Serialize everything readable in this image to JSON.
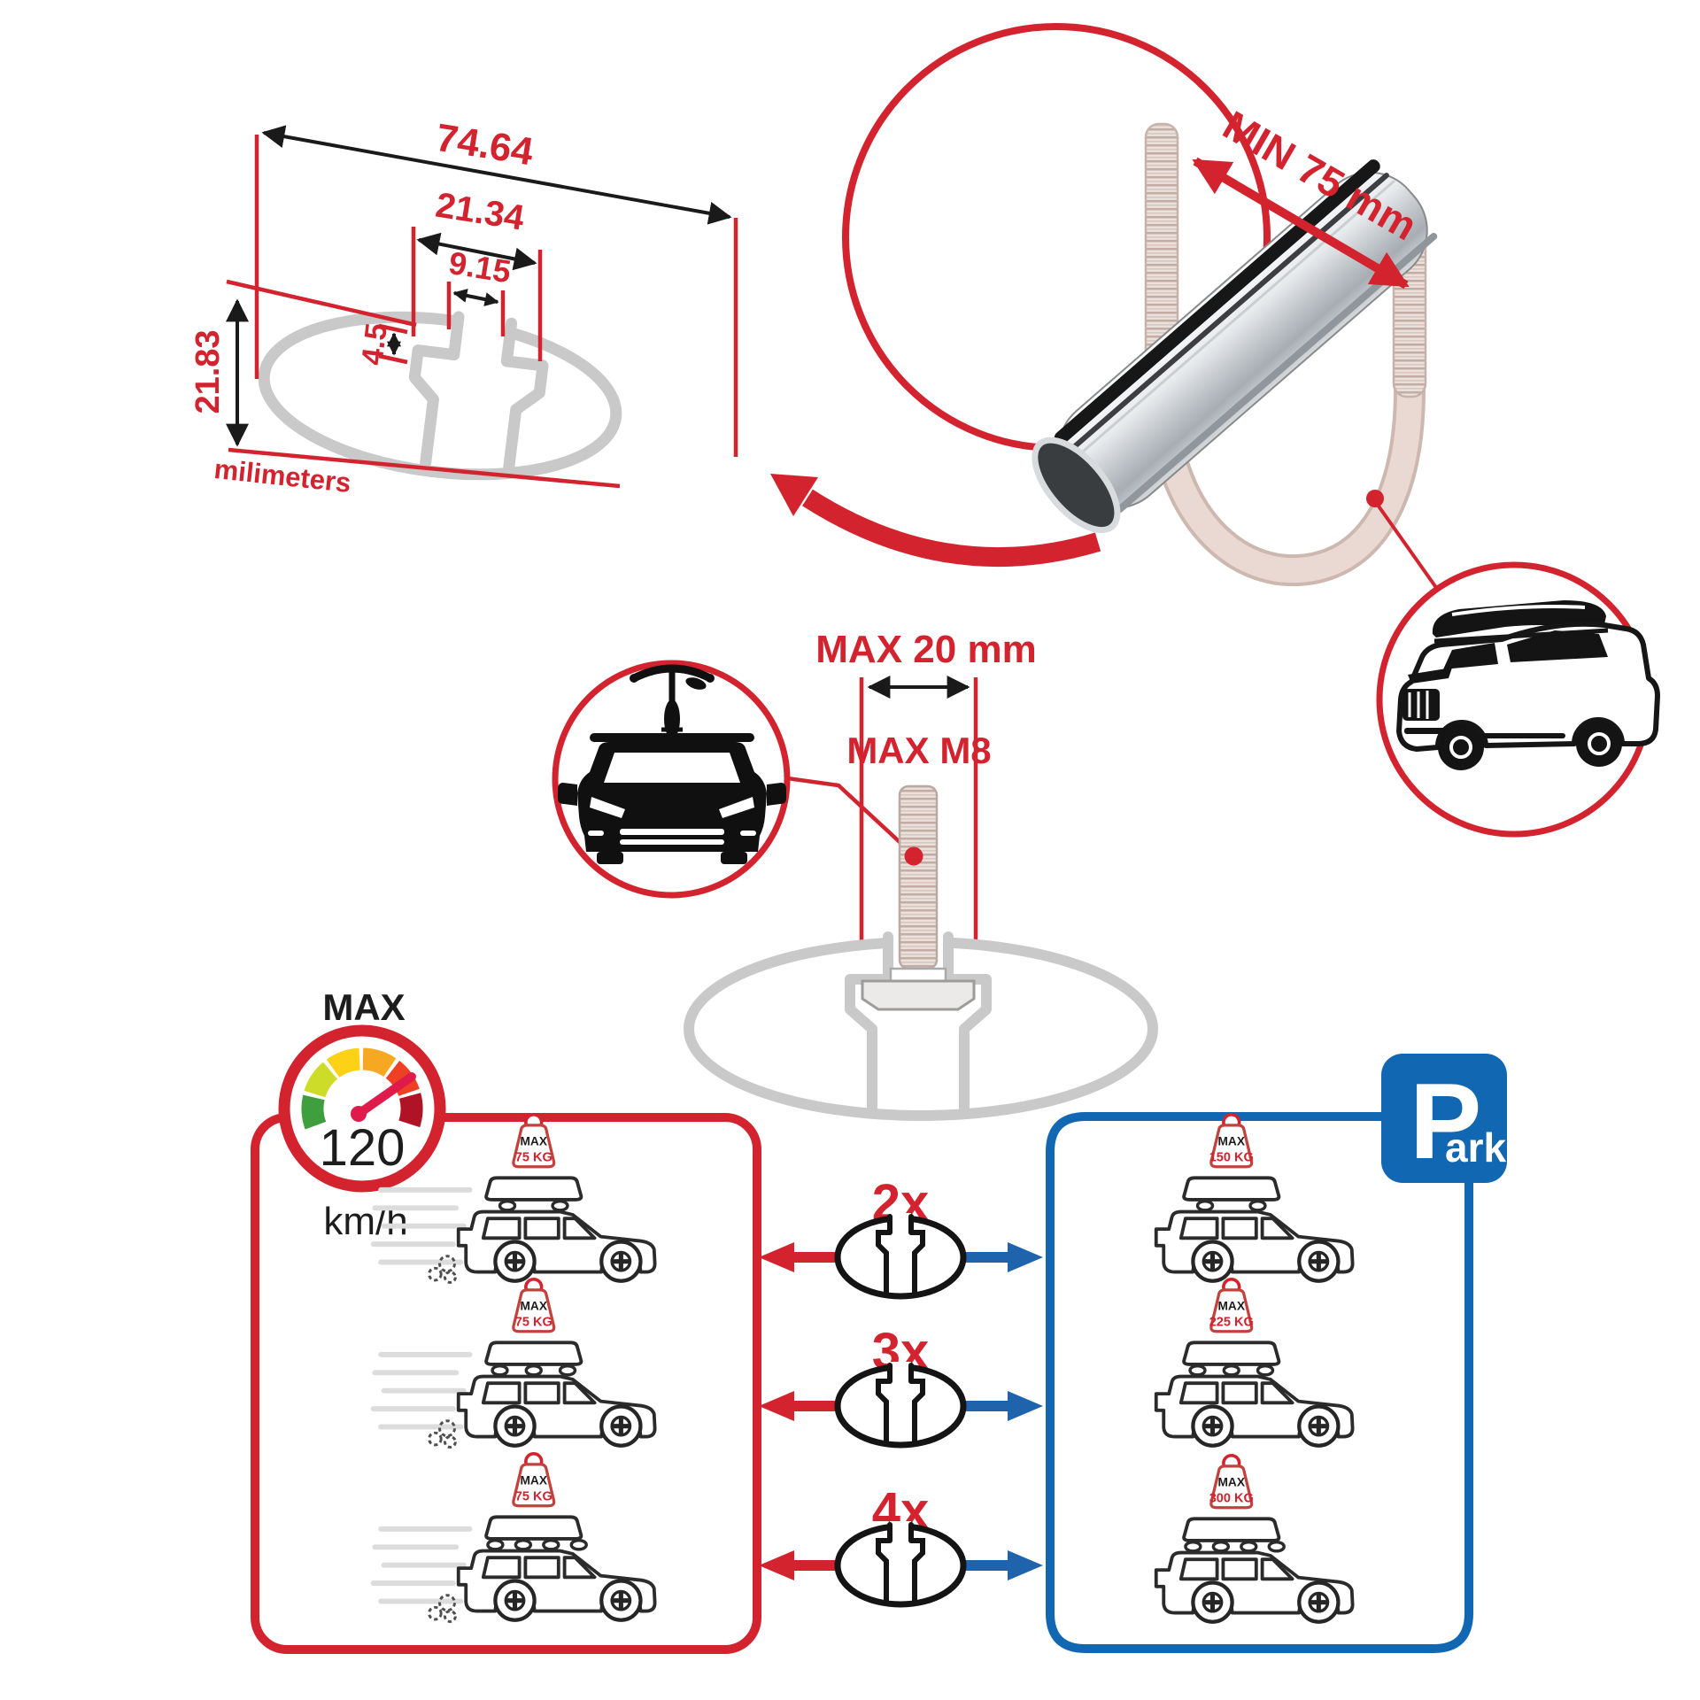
{
  "colors": {
    "accent_red": "#d2232e",
    "accent_blue": "#1167b1",
    "profile_gray": "#c9c9c9"
  },
  "profile_drawing": {
    "total_width": "74.64",
    "channel_width": "21.34",
    "slot_width": "9.15",
    "slot_depth": "4.5",
    "profile_height": "21.83",
    "units_label": "milimeters"
  },
  "crossbar_closeup": {
    "clearance_label": "MIN 75 mm"
  },
  "bolt_detail": {
    "max_width_label": "MAX 20 mm",
    "max_thread_label": "MAX M8"
  },
  "speed_gauge": {
    "title": "MAX",
    "speed_value": "120",
    "speed_unit": "km/h"
  },
  "crossbar_options": {
    "row1_qty": "2x",
    "row2_qty": "3x",
    "row3_qty": "4x"
  },
  "moving_cars": {
    "max_label": "MAX",
    "car1_load": "75 KG",
    "car2_load": "75 KG",
    "car3_load": "75 KG"
  },
  "parked_cars": {
    "max_label": "MAX",
    "car1_load": "150 KG",
    "car2_load": "225 KG",
    "car3_load": "300 KG"
  },
  "parking_sign": {
    "letter": "P",
    "suffix": "ark"
  }
}
